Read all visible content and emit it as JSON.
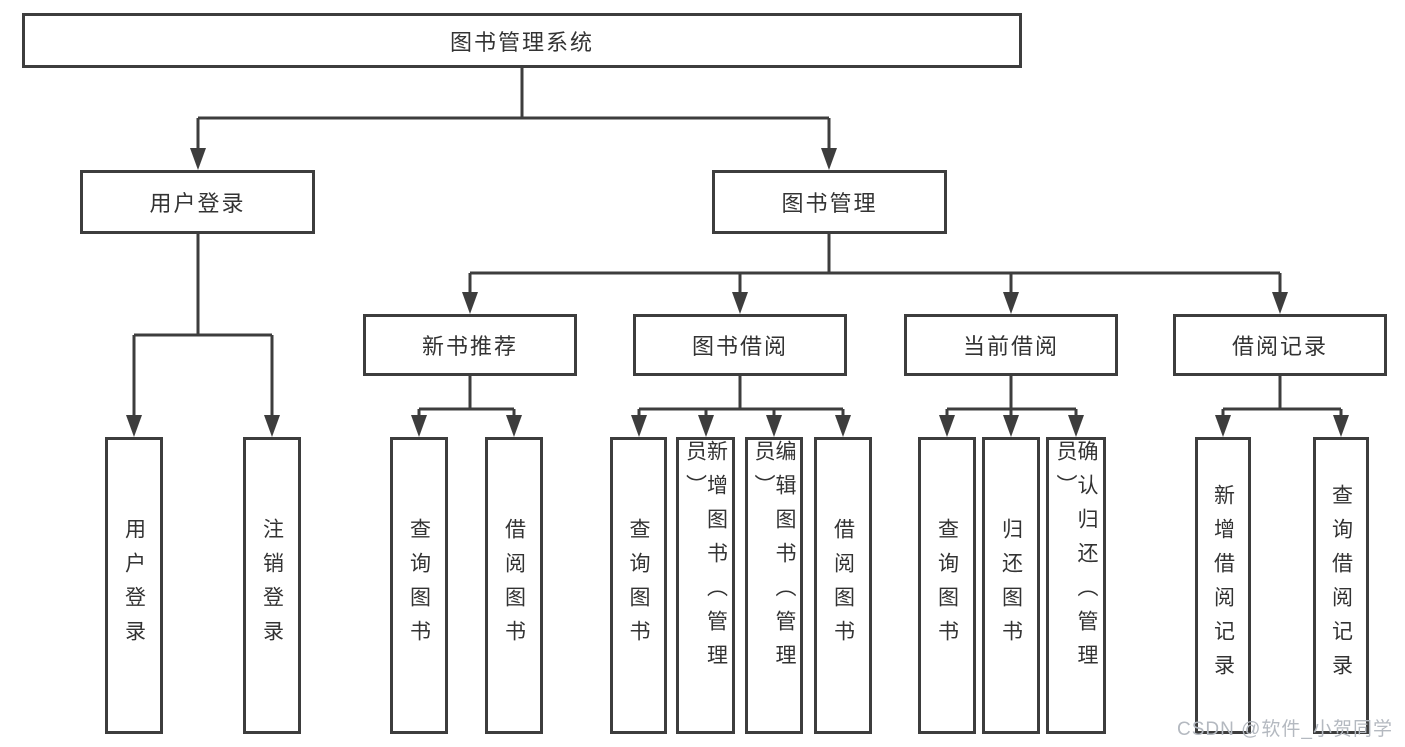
{
  "tree": {
    "root": {
      "label": "图书管理系统"
    },
    "user_login": {
      "label": "用户登录",
      "children": [
        {
          "label": "用户登录"
        },
        {
          "label": "注销登录"
        }
      ]
    },
    "book_mgmt": {
      "label": "图书管理",
      "sections": [
        {
          "label": "新书推荐",
          "children": [
            {
              "label": "查询图书"
            },
            {
              "label": "借阅图书"
            }
          ]
        },
        {
          "label": "图书借阅",
          "children": [
            {
              "label": "查询图书"
            },
            {
              "label": "新增图书（管理员）"
            },
            {
              "label": "编辑图书（管理员）"
            },
            {
              "label": "借阅图书"
            }
          ]
        },
        {
          "label": "当前借阅",
          "children": [
            {
              "label": "查询图书"
            },
            {
              "label": "归还图书"
            },
            {
              "label": "确认归还（管理员）"
            }
          ]
        },
        {
          "label": "借阅记录",
          "children": [
            {
              "label": "新增借阅记录"
            },
            {
              "label": "查询借阅记录"
            }
          ]
        }
      ]
    },
    "watermark": "CSDN @软件_小贺同学"
  },
  "colors": {
    "line": "#3d3d3d",
    "text": "#333333",
    "background": "#ffffff",
    "watermark": "#b4b9c0"
  }
}
